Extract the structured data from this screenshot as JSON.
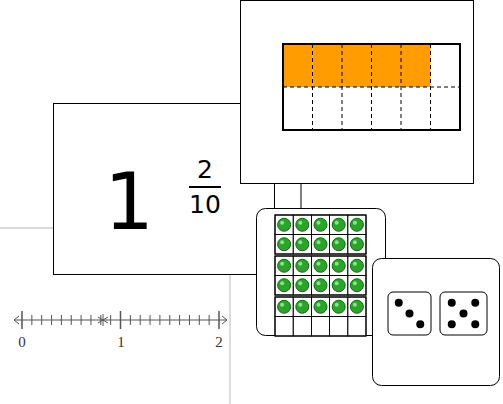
{
  "diagram": {
    "nodes": [
      {
        "text": [
          "1",
          "2",
          "10"
        ]
      }
    ],
    "labels": [
      "0",
      "1",
      "2"
    ]
  }
}
